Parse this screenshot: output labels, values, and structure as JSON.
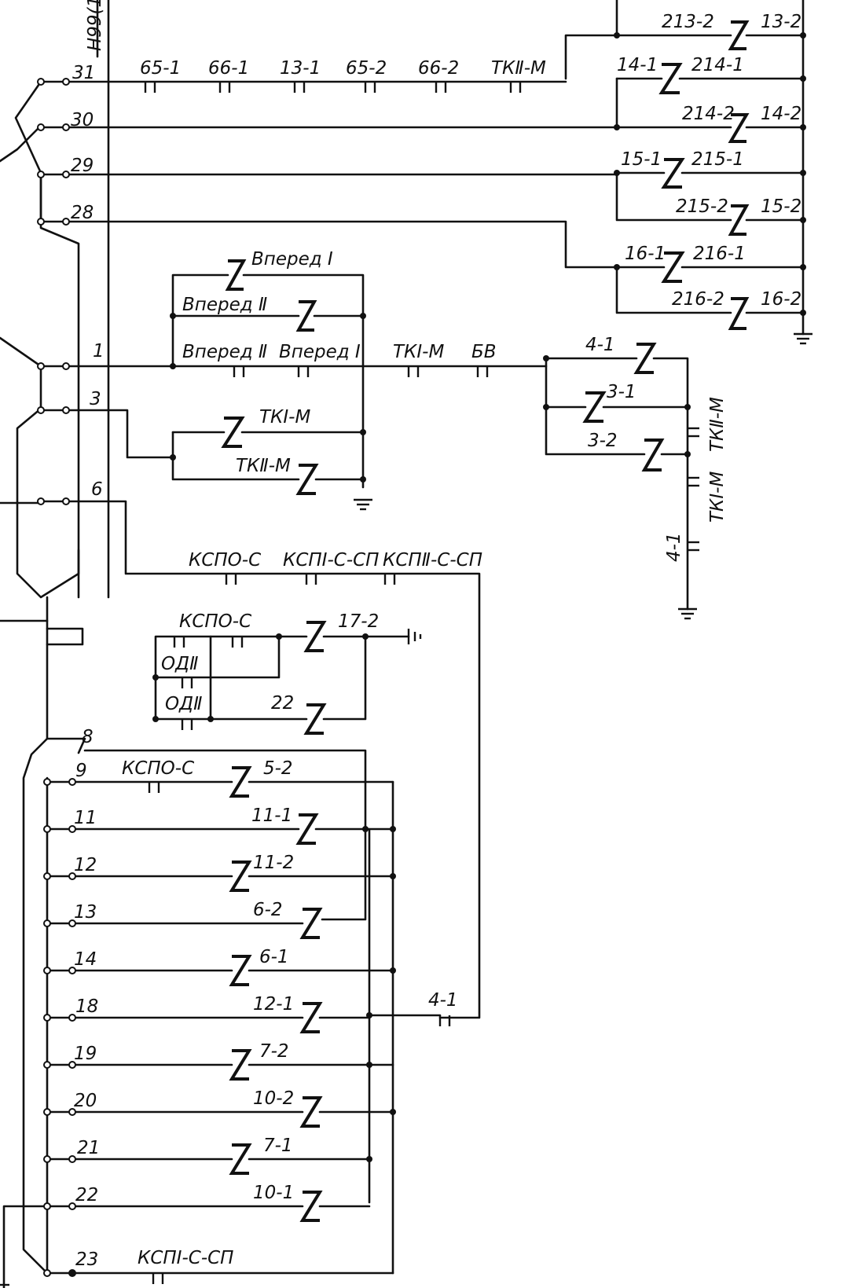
{
  "connector": "Н99(1",
  "terminals": [
    "31",
    "30",
    "29",
    "28",
    "1",
    "3",
    "6",
    "8",
    "9",
    "11",
    "12",
    "13",
    "14",
    "18",
    "19",
    "20",
    "21",
    "22",
    "23"
  ],
  "relays": [
    {
      "id": "r1",
      "a": "213-2",
      "b": "13-2"
    },
    {
      "id": "r2",
      "a": "14-1",
      "b": "214-1"
    },
    {
      "id": "r3",
      "a": "214-2",
      "b": "14-2"
    },
    {
      "id": "r4",
      "a": "15-1",
      "b": "215-1"
    },
    {
      "id": "r5",
      "a": "215-2",
      "b": "15-2"
    },
    {
      "id": "r6",
      "a": "16-1",
      "b": "216-1"
    },
    {
      "id": "r7",
      "a": "216-2",
      "b": "16-2"
    }
  ],
  "line31": [
    "65-1",
    "66-1",
    "13-1",
    "65-2",
    "66-2",
    "ТКⅡ-М"
  ],
  "forward": {
    "coil1": "Вперед I",
    "coil2": "Вперед Ⅱ",
    "c1": "Вперед Ⅱ",
    "c2": "Вперед I"
  },
  "main": {
    "c1": "ТКⅠ-М",
    "c2": "БВ"
  },
  "branch": {
    "coil1": "4-1",
    "coil2": "3-1",
    "coil3": "3-2",
    "v1": "ТКⅡ-М",
    "v2": "ТКⅠ-М",
    "v3": "4-1"
  },
  "line3": {
    "coil1": "ТКⅠ-М",
    "coil2": "ТКⅡ-М"
  },
  "line6": [
    "КСПО-С",
    "КСПⅠ-С-СП",
    "КСПⅡ-С-СП"
  ],
  "odp": {
    "c": "КСПО-С",
    "coil1": "17-2",
    "coil2": "22",
    "odp1": "ОДⅡ",
    "odp2": "ОДⅡ"
  },
  "lower": [
    {
      "t": "9",
      "contact": "КСПО-С",
      "coil": "5-2"
    },
    {
      "t": "11",
      "coil": "11-1"
    },
    {
      "t": "12",
      "coil": "11-2"
    },
    {
      "t": "13",
      "coil": "6-2"
    },
    {
      "t": "14",
      "coil": "6-1"
    },
    {
      "t": "18",
      "coil": "12-1"
    },
    {
      "t": "19",
      "coil": "7-2"
    },
    {
      "t": "20",
      "coil": "10-2"
    },
    {
      "t": "21",
      "coil": "7-1"
    },
    {
      "t": "22",
      "coil": "10-1"
    }
  ],
  "right41": "4-1",
  "line23": "КСПⅠ-С-СП"
}
